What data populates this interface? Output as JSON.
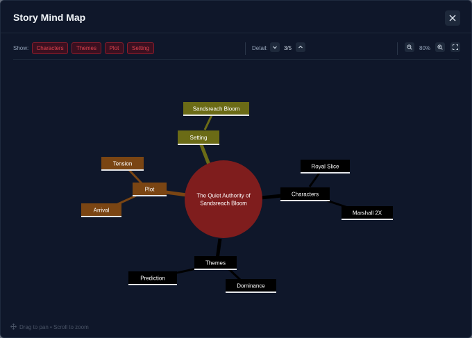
{
  "header": {
    "title": "Story Mind Map"
  },
  "toolbar": {
    "show_label": "Show:",
    "filters": [
      "Characters",
      "Themes",
      "Plot",
      "Setting"
    ],
    "detail_label": "Detail:",
    "detail_value": "3/5",
    "zoom_value": "80%"
  },
  "mindmap": {
    "center": "The Quiet Authority of Sandsreach Bloom",
    "center_color": "#7f1d1d",
    "branches": {
      "setting": {
        "label": "Setting",
        "color": "#6b6b16",
        "children": [
          "Sandsreach Bloom"
        ]
      },
      "plot": {
        "label": "Plot",
        "color": "#7a4513",
        "children": [
          "Tension",
          "Arrival"
        ]
      },
      "characters": {
        "label": "Characters",
        "color": "#000000",
        "children": [
          "Royal Slice",
          "Marshall 2X"
        ]
      },
      "themes": {
        "label": "Themes",
        "color": "#000000",
        "children": [
          "Prediction",
          "Dominance"
        ]
      }
    }
  },
  "footer": {
    "hint": "Drag to pan • Scroll to zoom"
  }
}
